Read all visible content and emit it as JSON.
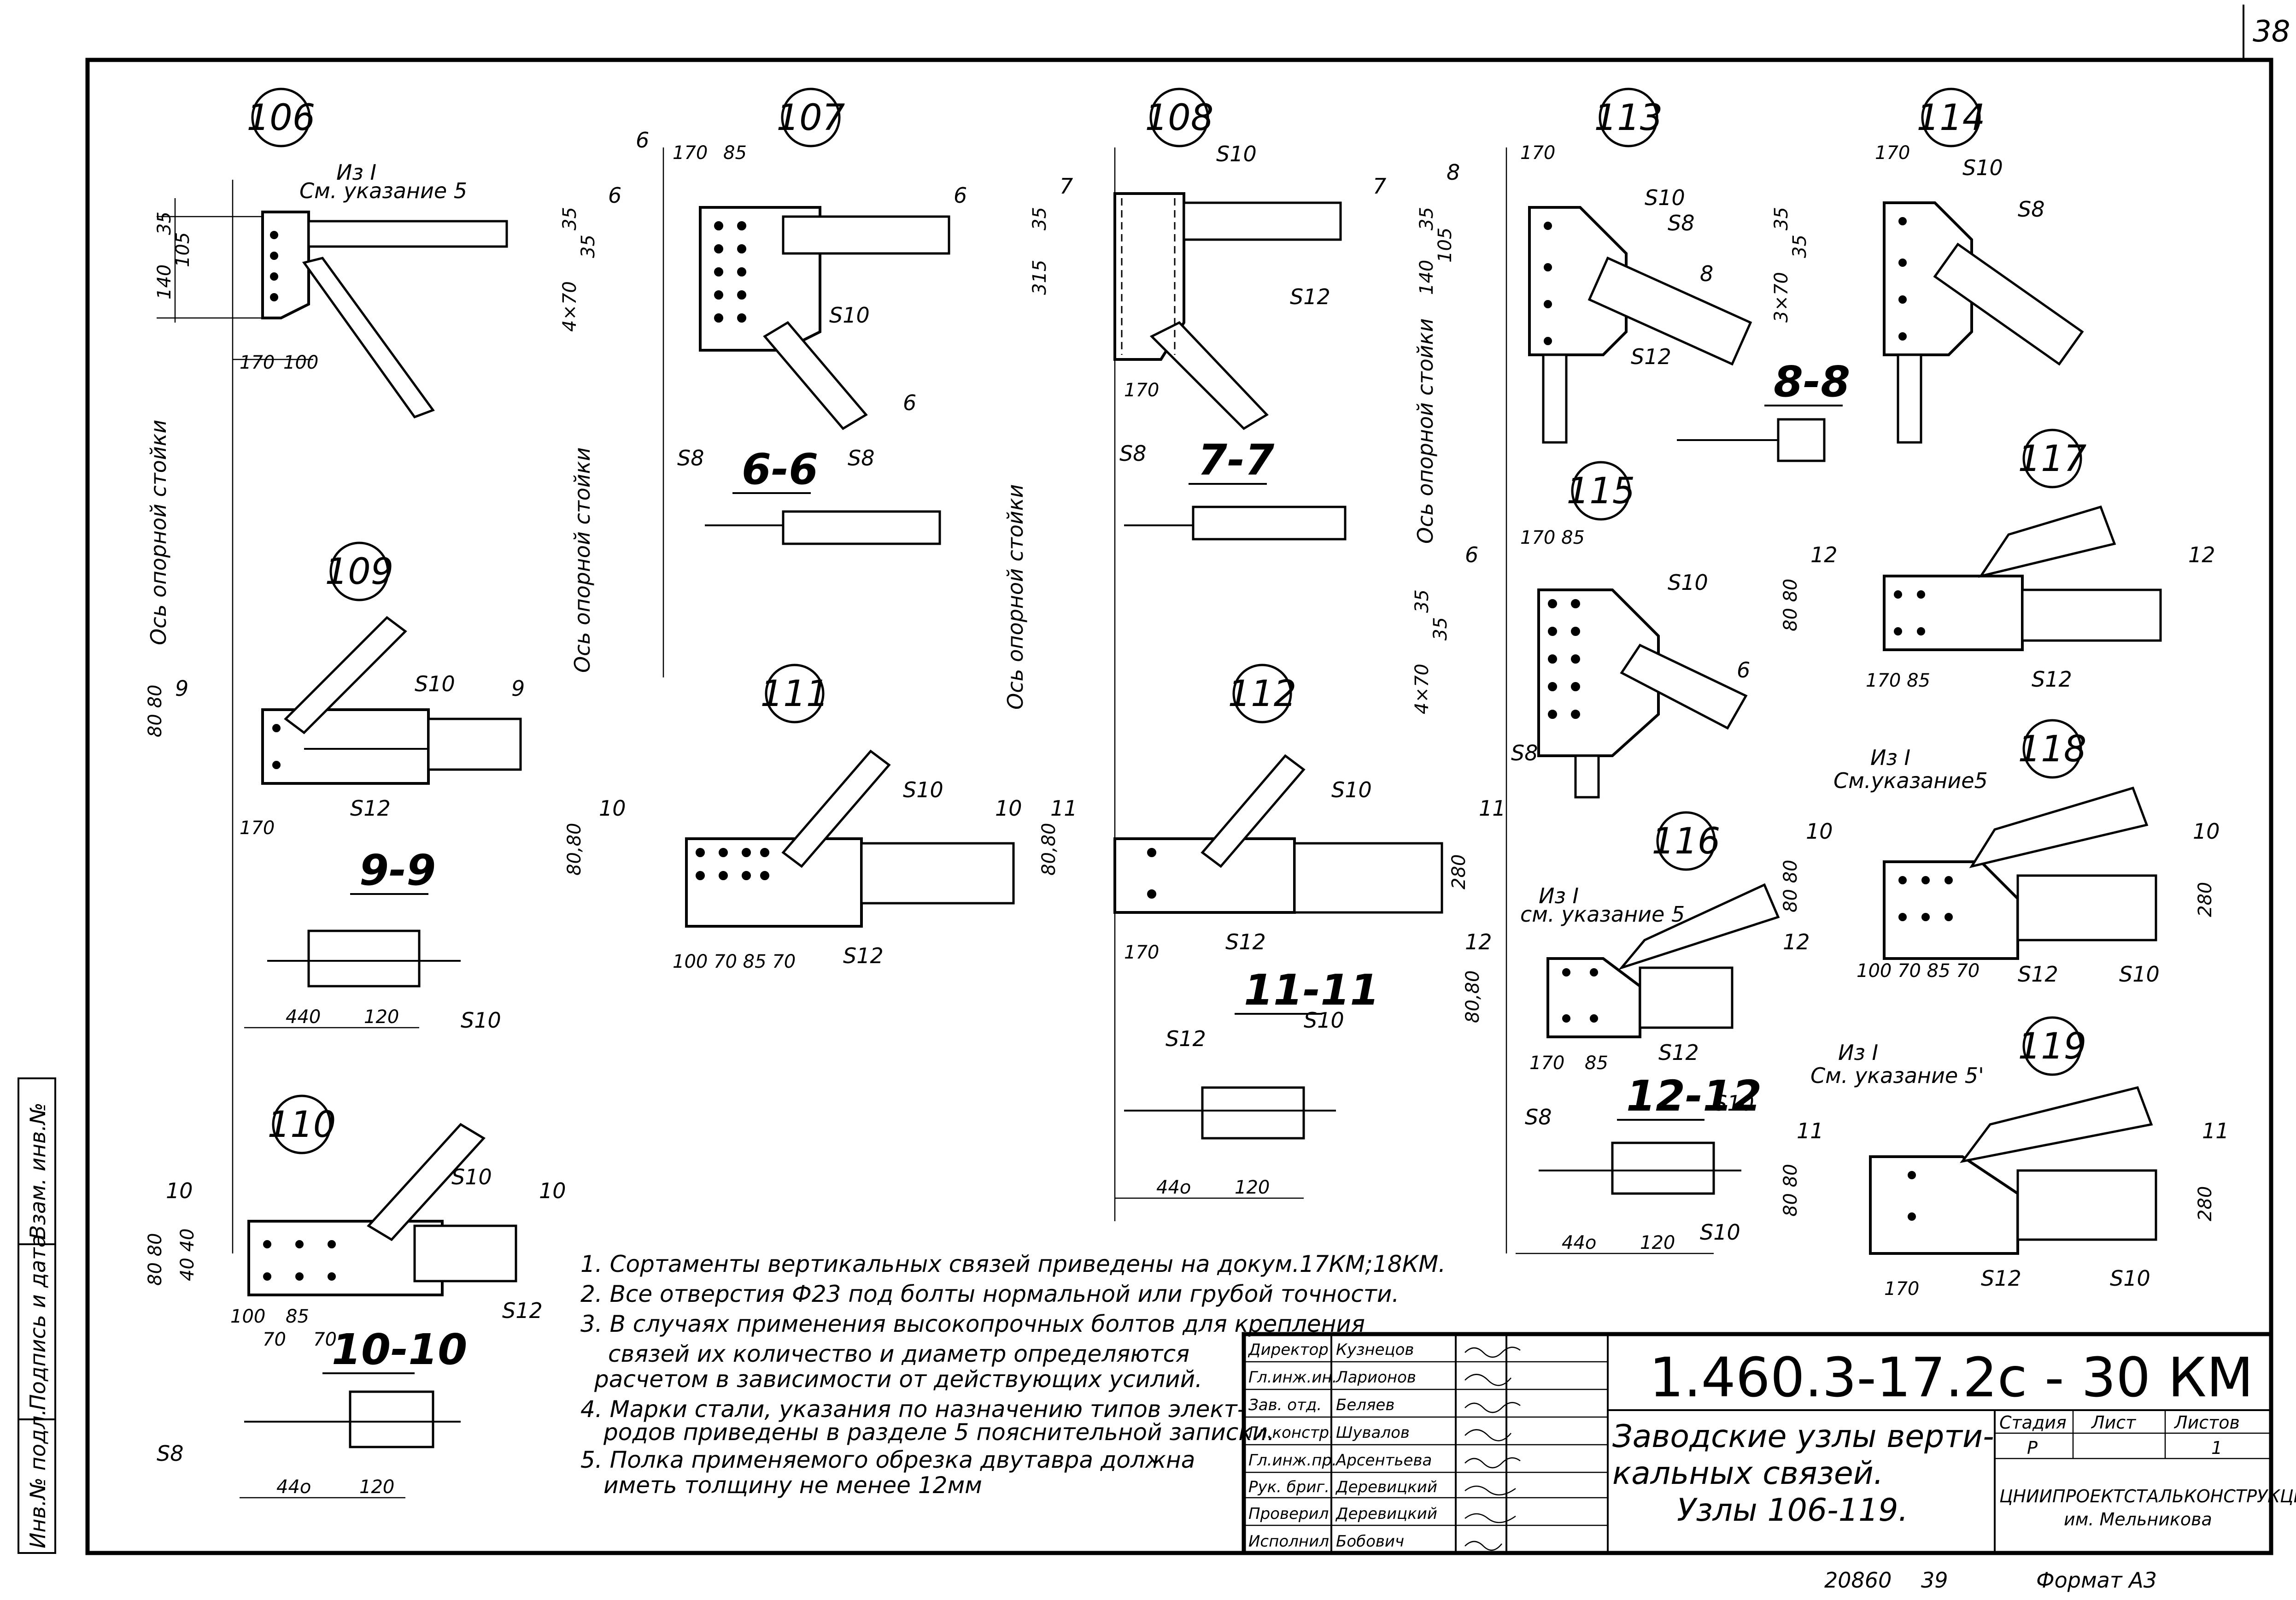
{
  "sheet_corner_number": "38",
  "nodes": {
    "n106": "106",
    "n107": "107",
    "n108": "108",
    "n113": "113",
    "n114": "114",
    "n109": "109",
    "n111": "111",
    "n112": "112",
    "n115": "115",
    "n117": "117",
    "n118": "118",
    "n116": "116",
    "n119": "119",
    "n110": "110"
  },
  "sections": {
    "s66": "6-6",
    "s77": "7-7",
    "s88": "8-8",
    "s99": "9-9",
    "s1010": "10-10",
    "s1111": "11-11",
    "s1212": "12-12"
  },
  "labels": {
    "axis_text": "Ось опорной стойки",
    "iz1": "Из I",
    "see_note5": "См. указание 5",
    "see_note5b": "См.указание5",
    "see_note5c": "см. указание 5",
    "see_note5d": "См. указание 5'",
    "s8": "S8",
    "s10": "S10",
    "s12": "S12"
  },
  "cut_marks": {
    "m6": "6",
    "m7": "7",
    "m8": "8",
    "m9": "9",
    "m10": "10",
    "m11": "11",
    "m12": "12"
  },
  "dims": {
    "d35": "35",
    "d105": "105",
    "d140": "140",
    "d170": "170",
    "d100": "100",
    "d85": "85",
    "d4x70": "4×70",
    "d315": "315",
    "d3x70": "3×70",
    "d80_80": "80 80",
    "d80_80b": "80,80",
    "d280": "280",
    "d440": "440",
    "d44o": "44о",
    "d120": "120",
    "d70": "70",
    "d100_70_85_70": "100 70 85 70",
    "d170_85": "170 85",
    "d40_40": "40 40",
    "d85b": "85"
  },
  "notes": [
    "1. Сортаменты вертикальных связей приведены на докум.17КМ;18КМ.",
    "2. Все отверстия Ф23 под болты нормальной или грубой точности.",
    "3. В случаях применения высокопрочных болтов для крепления",
    "связей их количество и диаметр определяются",
    "расчетом в зависимости от действующих усилий.",
    "4. Марки стали, указания по назначению типов элект-",
    "родов приведены в разделе 5 пояснительной записки.",
    "5. Полка применяемого обрезка двутавра должна",
    "иметь толщину не менее 12мм"
  ],
  "title_block": {
    "drawing_code": "1.460.3-17.2с - 30 КМ",
    "title_lines": [
      "Заводские узлы верти-",
      "кальных связей.",
      "Узлы 106-119."
    ],
    "stage_header": "Стадия",
    "sheet_header": "Лист",
    "sheets_header": "Листов",
    "stage_value": "Р",
    "sheets_value": "1",
    "organization": "ЦНИИПРОЕКТСТАЛЬКОНСТРУКЦИЯ",
    "organization_sub": "им. Мельникова",
    "staff": [
      {
        "role": "Директор",
        "name": "Кузнецов"
      },
      {
        "role": "Гл.инж.ин.",
        "name": "Ларионов"
      },
      {
        "role": "Зав. отд.",
        "name": "Беляев"
      },
      {
        "role": "Гл.констр.",
        "name": "Шувалов"
      },
      {
        "role": "Гл.инж.пр.",
        "name": "Арсентьева"
      },
      {
        "role": "Рук. бриг.",
        "name": "Деревицкий"
      },
      {
        "role": "Проверил",
        "name": "Деревицкий"
      },
      {
        "role": "Исполнил",
        "name": "Бобович"
      }
    ]
  },
  "left_stamp": [
    "Инв.№ подл.",
    "Подпись и дата",
    "Взам. инв.№"
  ],
  "footer": {
    "archive_no": "20860",
    "page": "39",
    "format": "Формат А3"
  }
}
